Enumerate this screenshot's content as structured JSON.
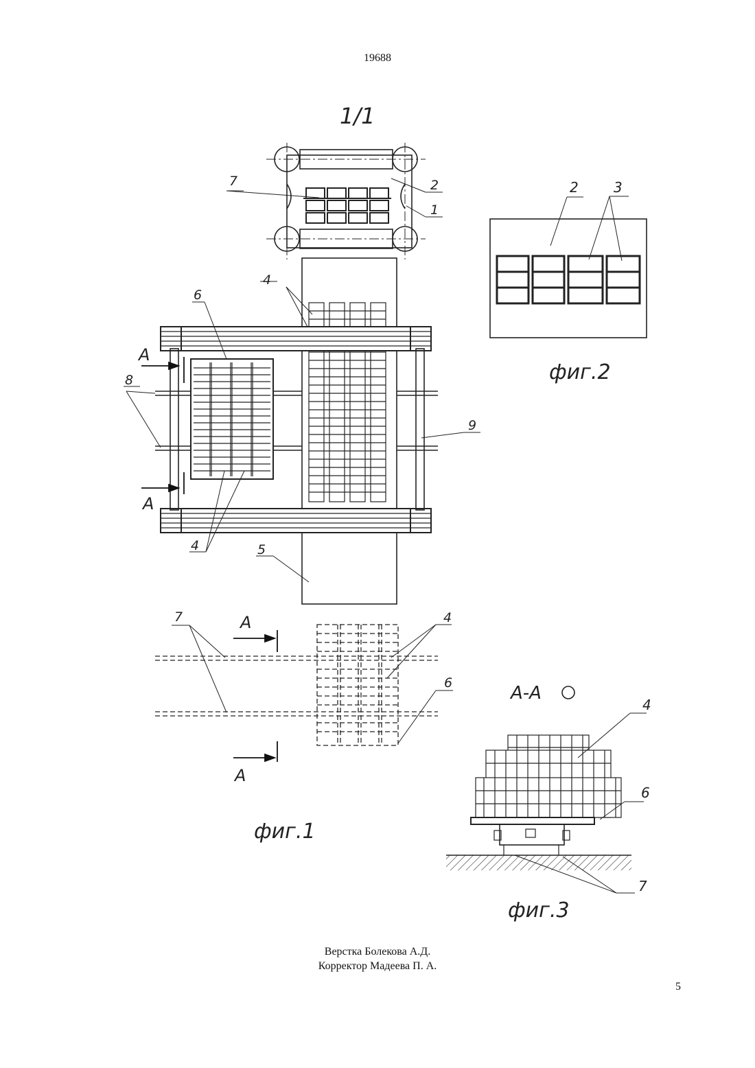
{
  "header": {
    "patent_number": "19688"
  },
  "sheet": {
    "sheet_mark": "1/1"
  },
  "figures": {
    "fig1": {
      "caption": "фиг.1",
      "callouts": [
        "1",
        "2",
        "4",
        "4",
        "5",
        "6",
        "7",
        "8",
        "9",
        "4",
        "6",
        "7"
      ],
      "section_marks": [
        "А",
        "А",
        "А",
        "А"
      ]
    },
    "fig2": {
      "caption": "фиг.2",
      "callouts": [
        "2",
        "3"
      ]
    },
    "fig3": {
      "caption": "фиг.3",
      "section_title": "А-А",
      "callouts": [
        "4",
        "6",
        "7"
      ]
    }
  },
  "footer": {
    "layout_credit": "Верстка Болекова А.Д.",
    "proofreader_credit": "Корректор Мадеева П. А."
  },
  "page_number": "5"
}
